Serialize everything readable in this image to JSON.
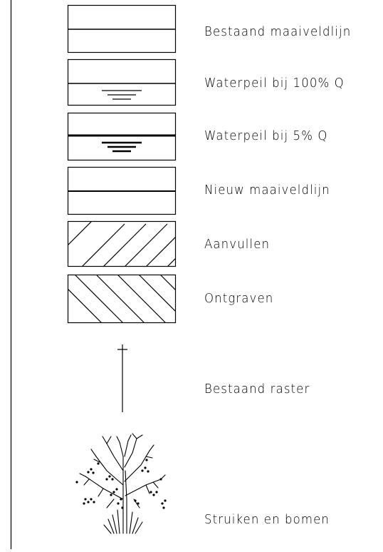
{
  "legend": {
    "items": [
      {
        "id": "existing-ground-line",
        "label": "Bestaand maaiveldlijn"
      },
      {
        "id": "water-level-100",
        "label": "Waterpeil bij 100% Q"
      },
      {
        "id": "water-level-5",
        "label": "Waterpeil bij 5% Q"
      },
      {
        "id": "new-ground-line",
        "label": "Nieuw maaiveldlijn"
      },
      {
        "id": "fill",
        "label": "Aanvullen"
      },
      {
        "id": "excavate",
        "label": "Ontgraven"
      },
      {
        "id": "existing-fence",
        "label": "Bestaand raster"
      },
      {
        "id": "shrubs-trees",
        "label": "Struiken en bomen"
      }
    ]
  },
  "colors": {
    "line": "#000000",
    "background": "#ffffff"
  }
}
